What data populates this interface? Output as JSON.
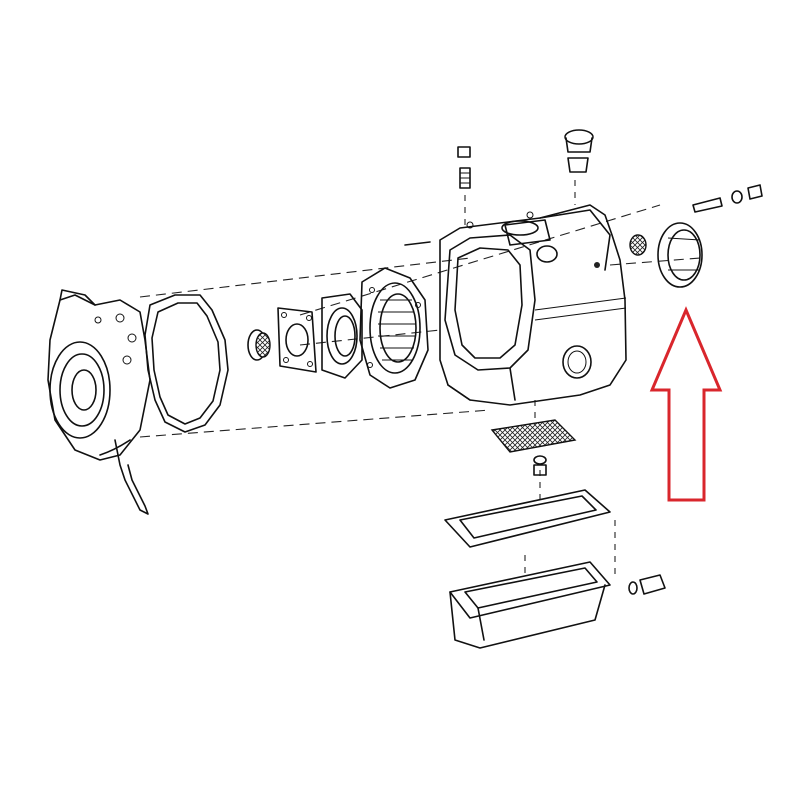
{
  "diagram": {
    "parts": [
      "front-cover",
      "cover-gasket",
      "small-seal",
      "flat-plate",
      "bearing-retainer",
      "front-plate",
      "gearbox-housing",
      "filler-plug",
      "stud-bolt",
      "rear-oil-seal",
      "rear-bolt-washer",
      "oil-strainer",
      "strainer-bolt",
      "sump-gasket",
      "oil-sump",
      "drain-plug"
    ],
    "highlight": {
      "target": "rear-oil-seal",
      "color": "#d9262c",
      "shape": "arrow-up"
    }
  }
}
